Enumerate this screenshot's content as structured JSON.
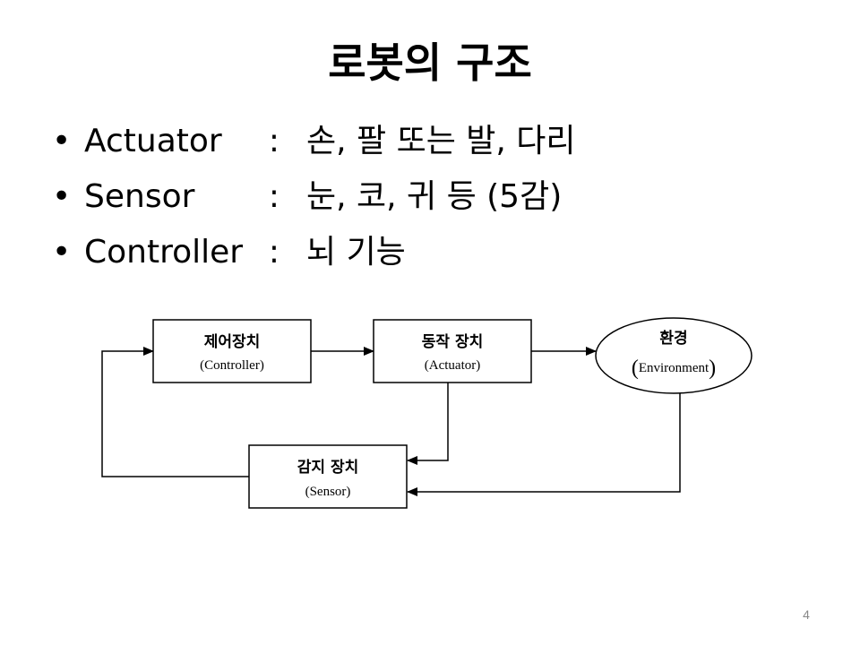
{
  "slide": {
    "title": "로봇의 구조",
    "page_number": "4"
  },
  "bullets": [
    {
      "marker": "•",
      "term": "Actuator",
      "separator": ":",
      "description": "손, 팔 또는 발, 다리"
    },
    {
      "marker": "•",
      "term": "Sensor",
      "separator": ":",
      "description": "눈, 코, 귀 등 (5감)"
    },
    {
      "marker": "•",
      "term": "Controller",
      "separator": ":",
      "description": "뇌 기능"
    }
  ],
  "diagram": {
    "controller": {
      "title": "제어장치",
      "subtitle": "(Controller)"
    },
    "actuator": {
      "title": "동작 장치",
      "subtitle": "(Actuator)"
    },
    "environment": {
      "title": "환경",
      "subtitle_open": "(",
      "subtitle": "Environment",
      "subtitle_close": ")"
    },
    "sensor": {
      "title": "감지 장치",
      "subtitle": "(Sensor)"
    }
  },
  "colors": {
    "background": "#ffffff",
    "text": "#000000",
    "page_number": "#888888"
  }
}
